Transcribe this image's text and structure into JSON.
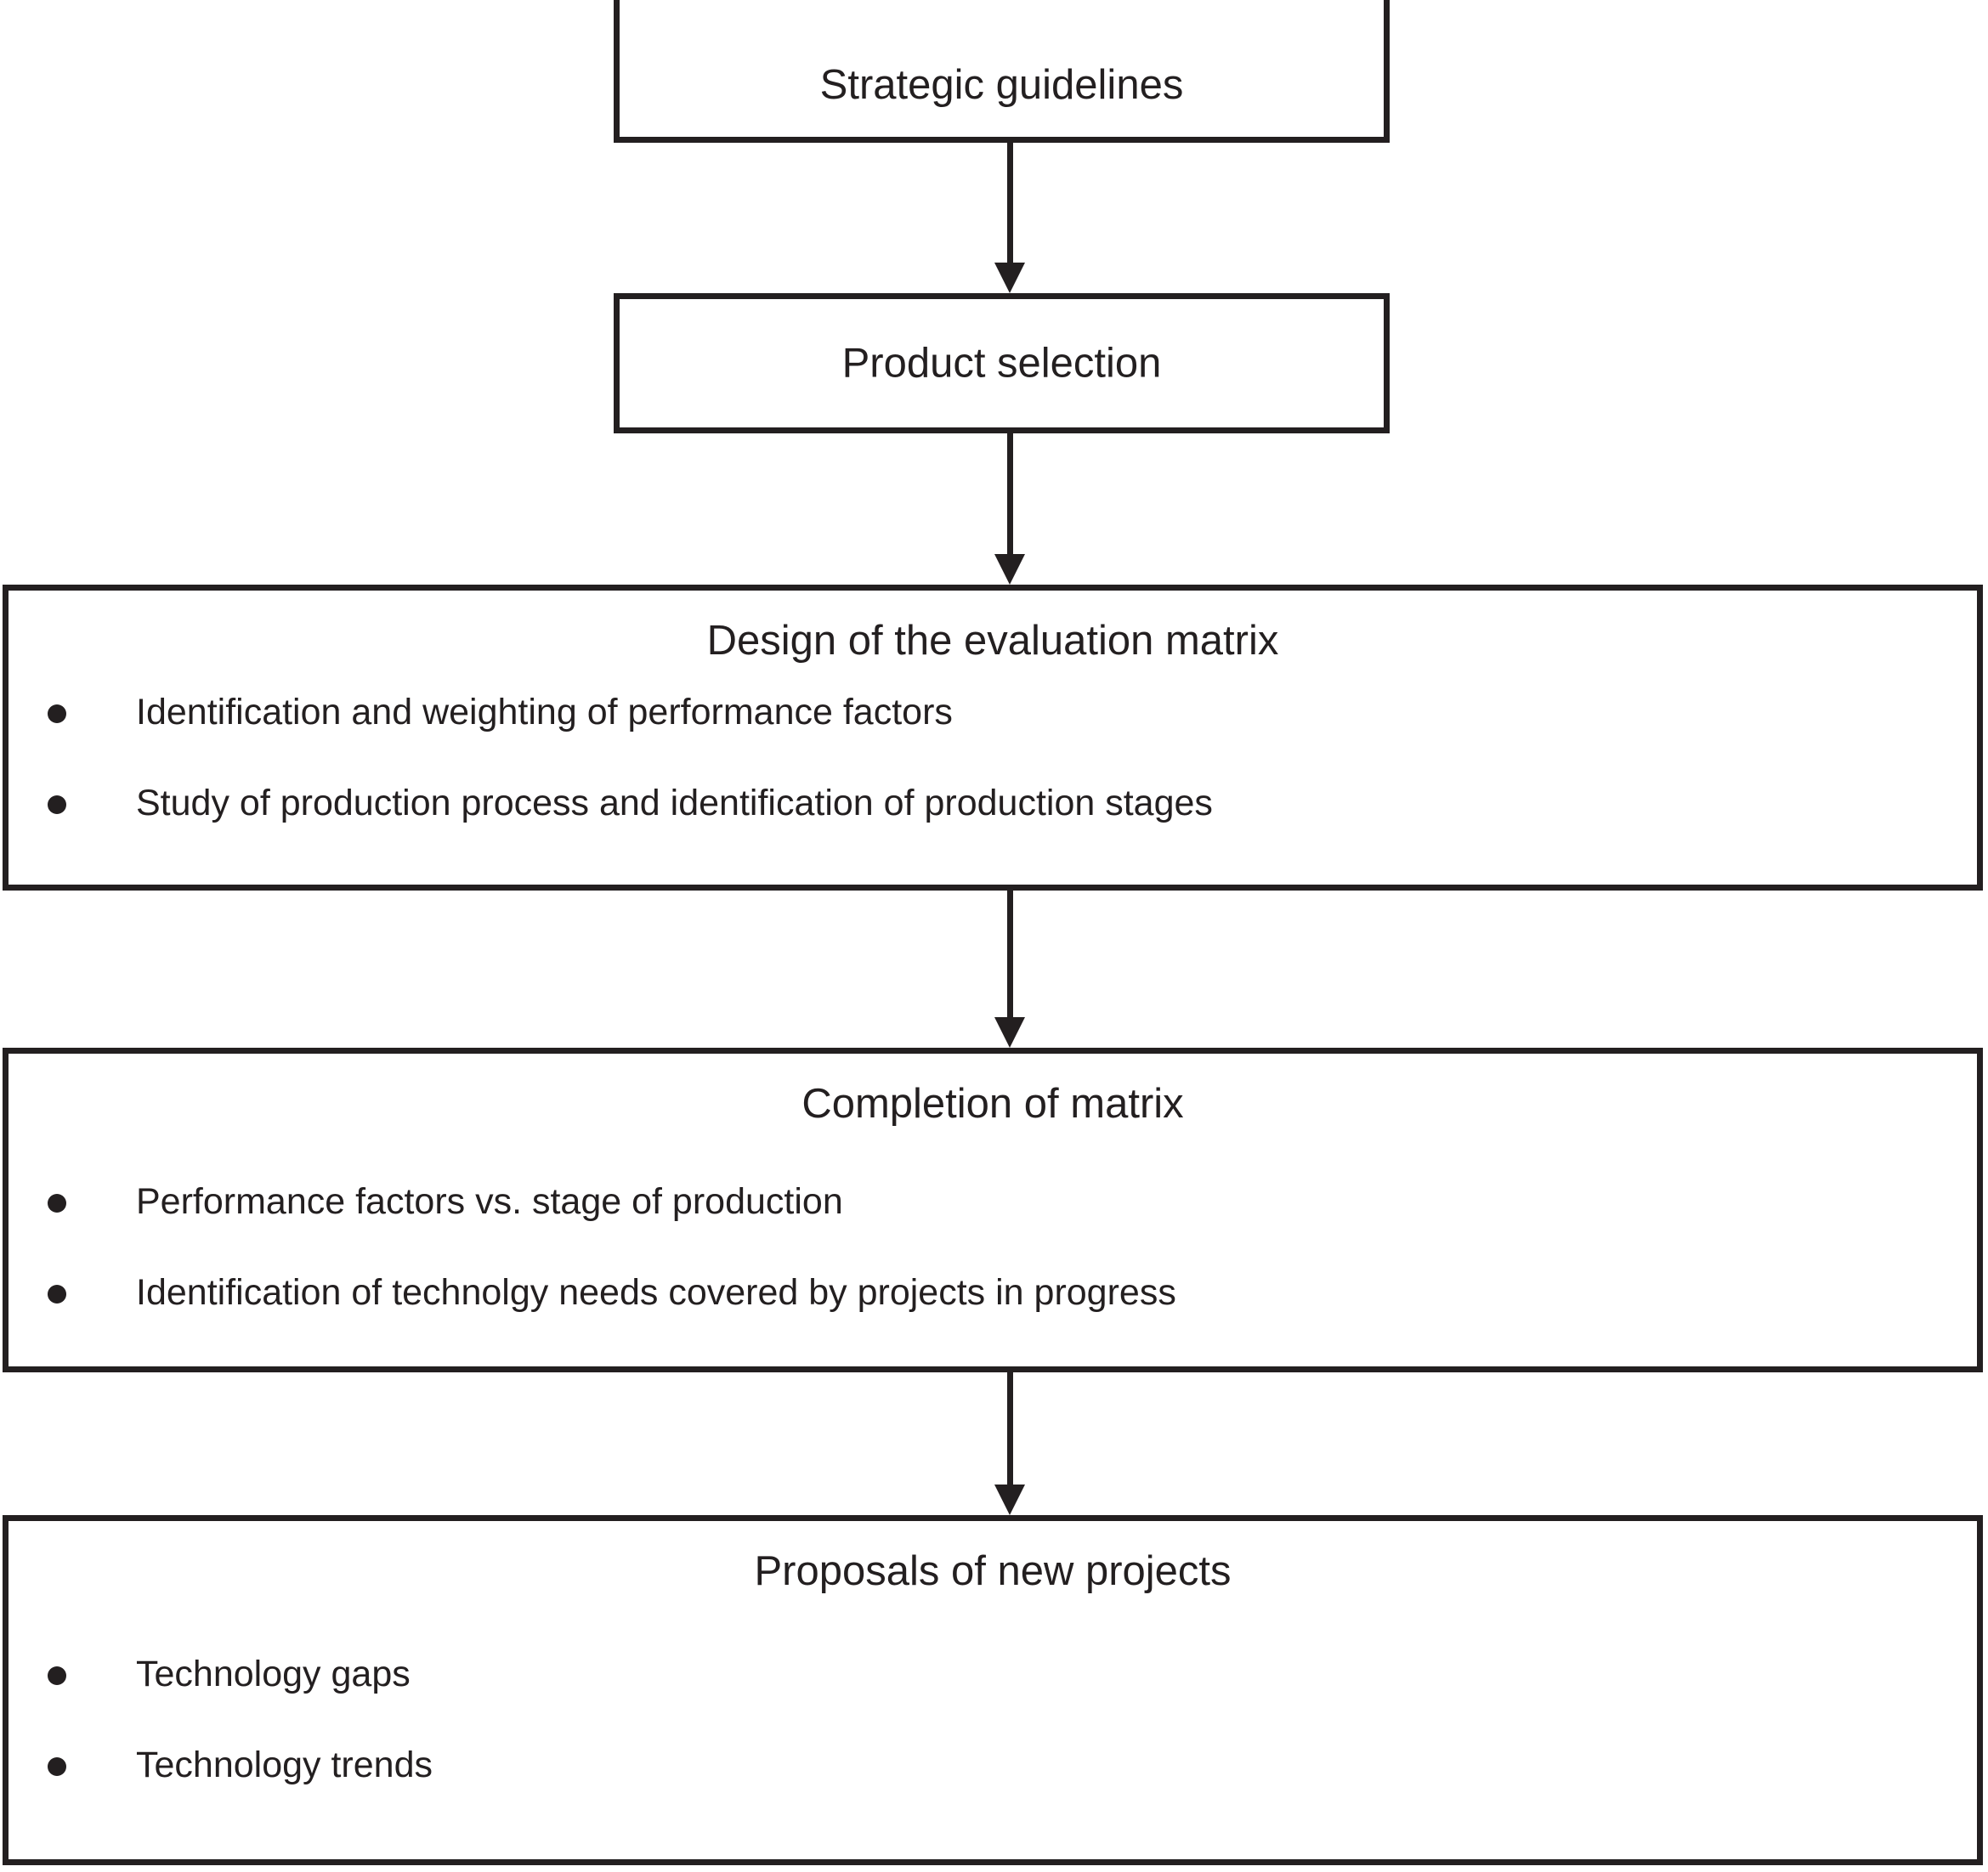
{
  "diagram": {
    "type": "flowchart",
    "orientation": "top-to-bottom",
    "accent_color": "#231f20",
    "background_color": "#ffffff",
    "nodes": [
      {
        "id": "strategic-guidelines",
        "title": "Strategic guidelines",
        "bullets": []
      },
      {
        "id": "product-selection",
        "title": "Product selection",
        "bullets": []
      },
      {
        "id": "design-of-the-evaluation-matrix",
        "title": "Design of the evaluation matrix",
        "bullets": [
          "Identification and weighting of performance factors",
          "Study of production process and identification of production stages"
        ]
      },
      {
        "id": "completion-of-matrix",
        "title": "Completion of matrix",
        "bullets": [
          "Performance factors vs. stage of production",
          "Identification of technolgy needs covered by projects in progress"
        ]
      },
      {
        "id": "proposals-of-new-projects",
        "title": "Proposals of new projects",
        "bullets": [
          "Technology gaps",
          "Technology trends"
        ]
      }
    ],
    "connectors": [
      {
        "id": "arrow-1",
        "from": "strategic-guidelines",
        "to": "product-selection",
        "glyph": "down-arrow"
      },
      {
        "id": "arrow-2",
        "from": "product-selection",
        "to": "design-of-the-evaluation-matrix",
        "glyph": "down-arrow"
      },
      {
        "id": "arrow-3",
        "from": "design-of-the-evaluation-matrix",
        "to": "completion-of-matrix",
        "glyph": "down-arrow"
      },
      {
        "id": "arrow-4",
        "from": "completion-of-matrix",
        "to": "proposals-of-new-projects",
        "glyph": "down-arrow"
      }
    ]
  }
}
